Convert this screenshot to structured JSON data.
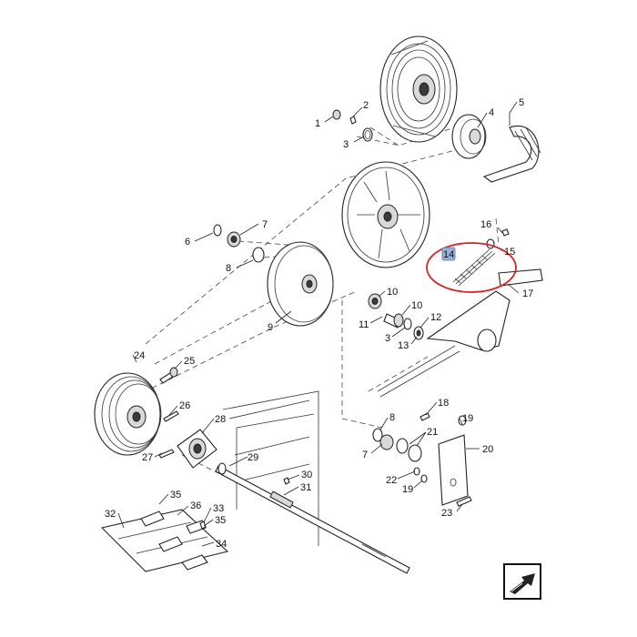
{
  "diagram": {
    "labels": [
      "1",
      "2",
      "3",
      "4",
      "5",
      "6",
      "7",
      "8",
      "9",
      "10",
      "10",
      "11",
      "3",
      "12",
      "13",
      "14",
      "15",
      "16",
      "17",
      "24",
      "25",
      "26",
      "28",
      "27",
      "29",
      "30",
      "31",
      "8",
      "7",
      "21",
      "19",
      "18",
      "20",
      "22",
      "19",
      "23",
      "35",
      "36",
      "33",
      "35",
      "32",
      "34"
    ],
    "highlighted_part": "14",
    "highlight_color": "#d0282a",
    "label_box_color": "#9ab0d8"
  },
  "nav": {
    "icon": "next-page-arrow-icon"
  }
}
